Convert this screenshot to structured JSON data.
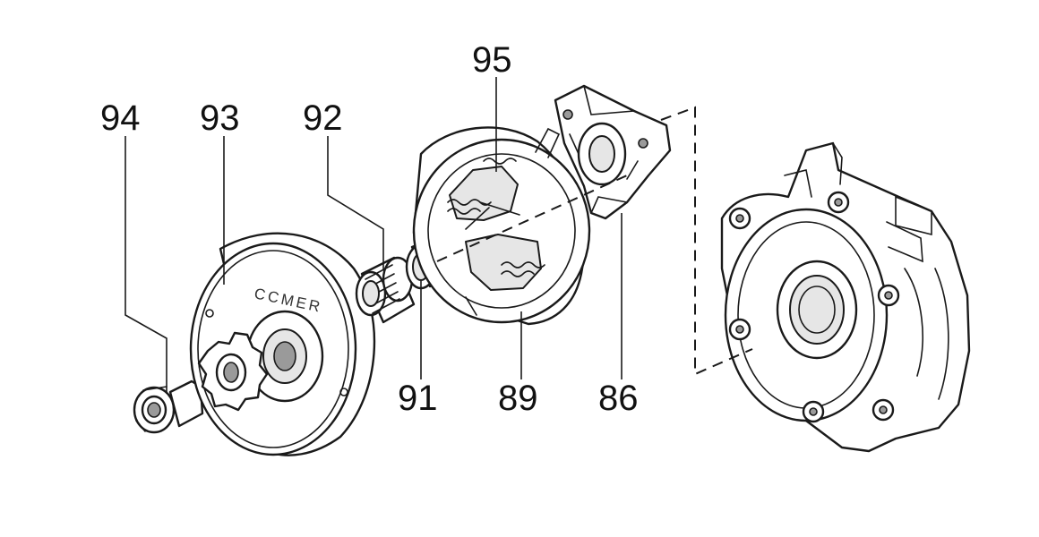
{
  "diagram": {
    "labels": {
      "p94": "94",
      "p93": "93",
      "p92": "92",
      "p95": "95",
      "p91": "91",
      "p89": "89",
      "p86": "86"
    },
    "drum_marking": "CCMER"
  }
}
